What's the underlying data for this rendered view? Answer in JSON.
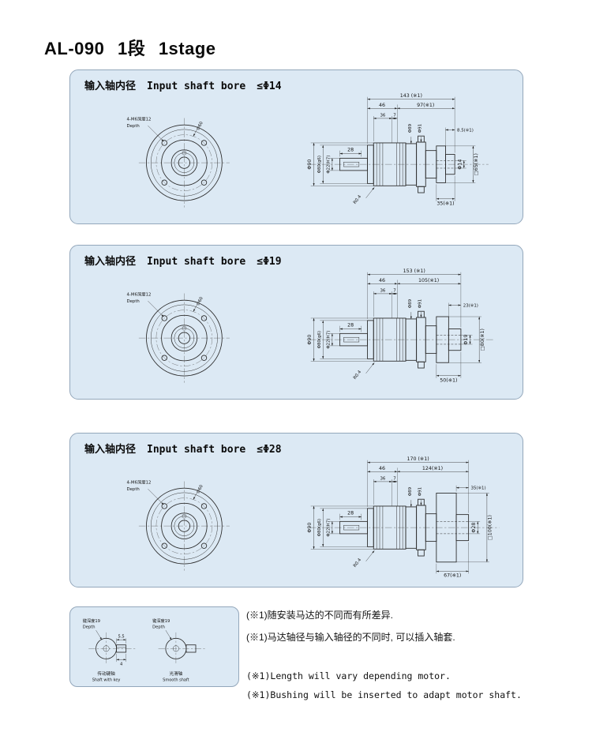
{
  "title": "AL-090 1段 1stage",
  "colors": {
    "panel_bg": "#dce9f4",
    "panel_border": "#93a7bb",
    "line": "#2b2b2b"
  },
  "panels": [
    {
      "header": {
        "cn": "输入轴内径",
        "en": "Input shaft bore",
        "bore": "≤Φ14"
      },
      "front": {
        "label_cn": "4-M6深度12",
        "label_en": "Depth",
        "dia": "∅60"
      },
      "side": {
        "total": "143 (※1)",
        "left_len": "46",
        "right_len": "97(※1)",
        "d36": "36",
        "d7": "7",
        "d28": "28",
        "top_right": "8.5(※1)",
        "phi90": "Φ90",
        "phi80": "Φ80(g6)",
        "phi22": "Φ22(H7)",
        "phi89": "Φ89",
        "phi91": "Φ91",
        "bore_dia": "Φ14",
        "square": "□65(※1)",
        "bottom": "35(※1)",
        "fillet": "R0.4"
      }
    },
    {
      "header": {
        "cn": "输入轴内径",
        "en": "Input shaft bore",
        "bore": "≤Φ19"
      },
      "front": {
        "label_cn": "4-M6深度12",
        "label_en": "Depth",
        "dia": "∅60"
      },
      "side": {
        "total": "153 (※1)",
        "left_len": "46",
        "right_len": "105(※1)",
        "d36": "36",
        "d7": "7",
        "d28": "28",
        "top_right": "23(※1)",
        "phi90": "Φ90",
        "phi80": "Φ80(g6)",
        "phi22": "Φ22(H7)",
        "phi89": "Φ89",
        "phi91": "Φ91",
        "bore_dia": "Φ19",
        "square": "□80(※1)",
        "bottom": "50(※1)",
        "fillet": "R0.4"
      }
    },
    {
      "header": {
        "cn": "输入轴内径",
        "en": "Input shaft bore",
        "bore": "≤Φ28"
      },
      "front": {
        "label_cn": "4-M6深度12",
        "label_en": "Depth",
        "dia": "∅60"
      },
      "side": {
        "total": "170 (※1)",
        "left_len": "46",
        "right_len": "124(※1)",
        "d36": "36",
        "d7": "7",
        "d28": "28",
        "top_right": "35(※1)",
        "phi90": "Φ90",
        "phi80": "Φ80(g6)",
        "phi22": "Φ22(H7)",
        "phi89": "Φ89",
        "phi91": "Φ91",
        "bore_dia": "Φ28",
        "square": "□100(※1)",
        "bottom": "67(※1)",
        "fillet": "R0.4"
      }
    }
  ],
  "shaft_panel": {
    "left": {
      "note_cn": "键深度19",
      "note_en": "Depth",
      "dim_top": "5.5",
      "dim_bottom": "4",
      "label_cn": "传动键轴",
      "label_en": "Shaft with key"
    },
    "right": {
      "note_cn": "键深度19",
      "note_en": "Depth",
      "label_cn": "光滑轴",
      "label_en": "Smooth shaft"
    }
  },
  "notes": {
    "cn1": "(※1)随安装马达的不同而有所差异.",
    "cn2": "(※1)马达轴径与输入轴径的不同时, 可以插入轴套.",
    "en1": "(※1)Length will vary depending motor.",
    "en2": "(※1)Bushing will be inserted to adapt motor shaft."
  }
}
